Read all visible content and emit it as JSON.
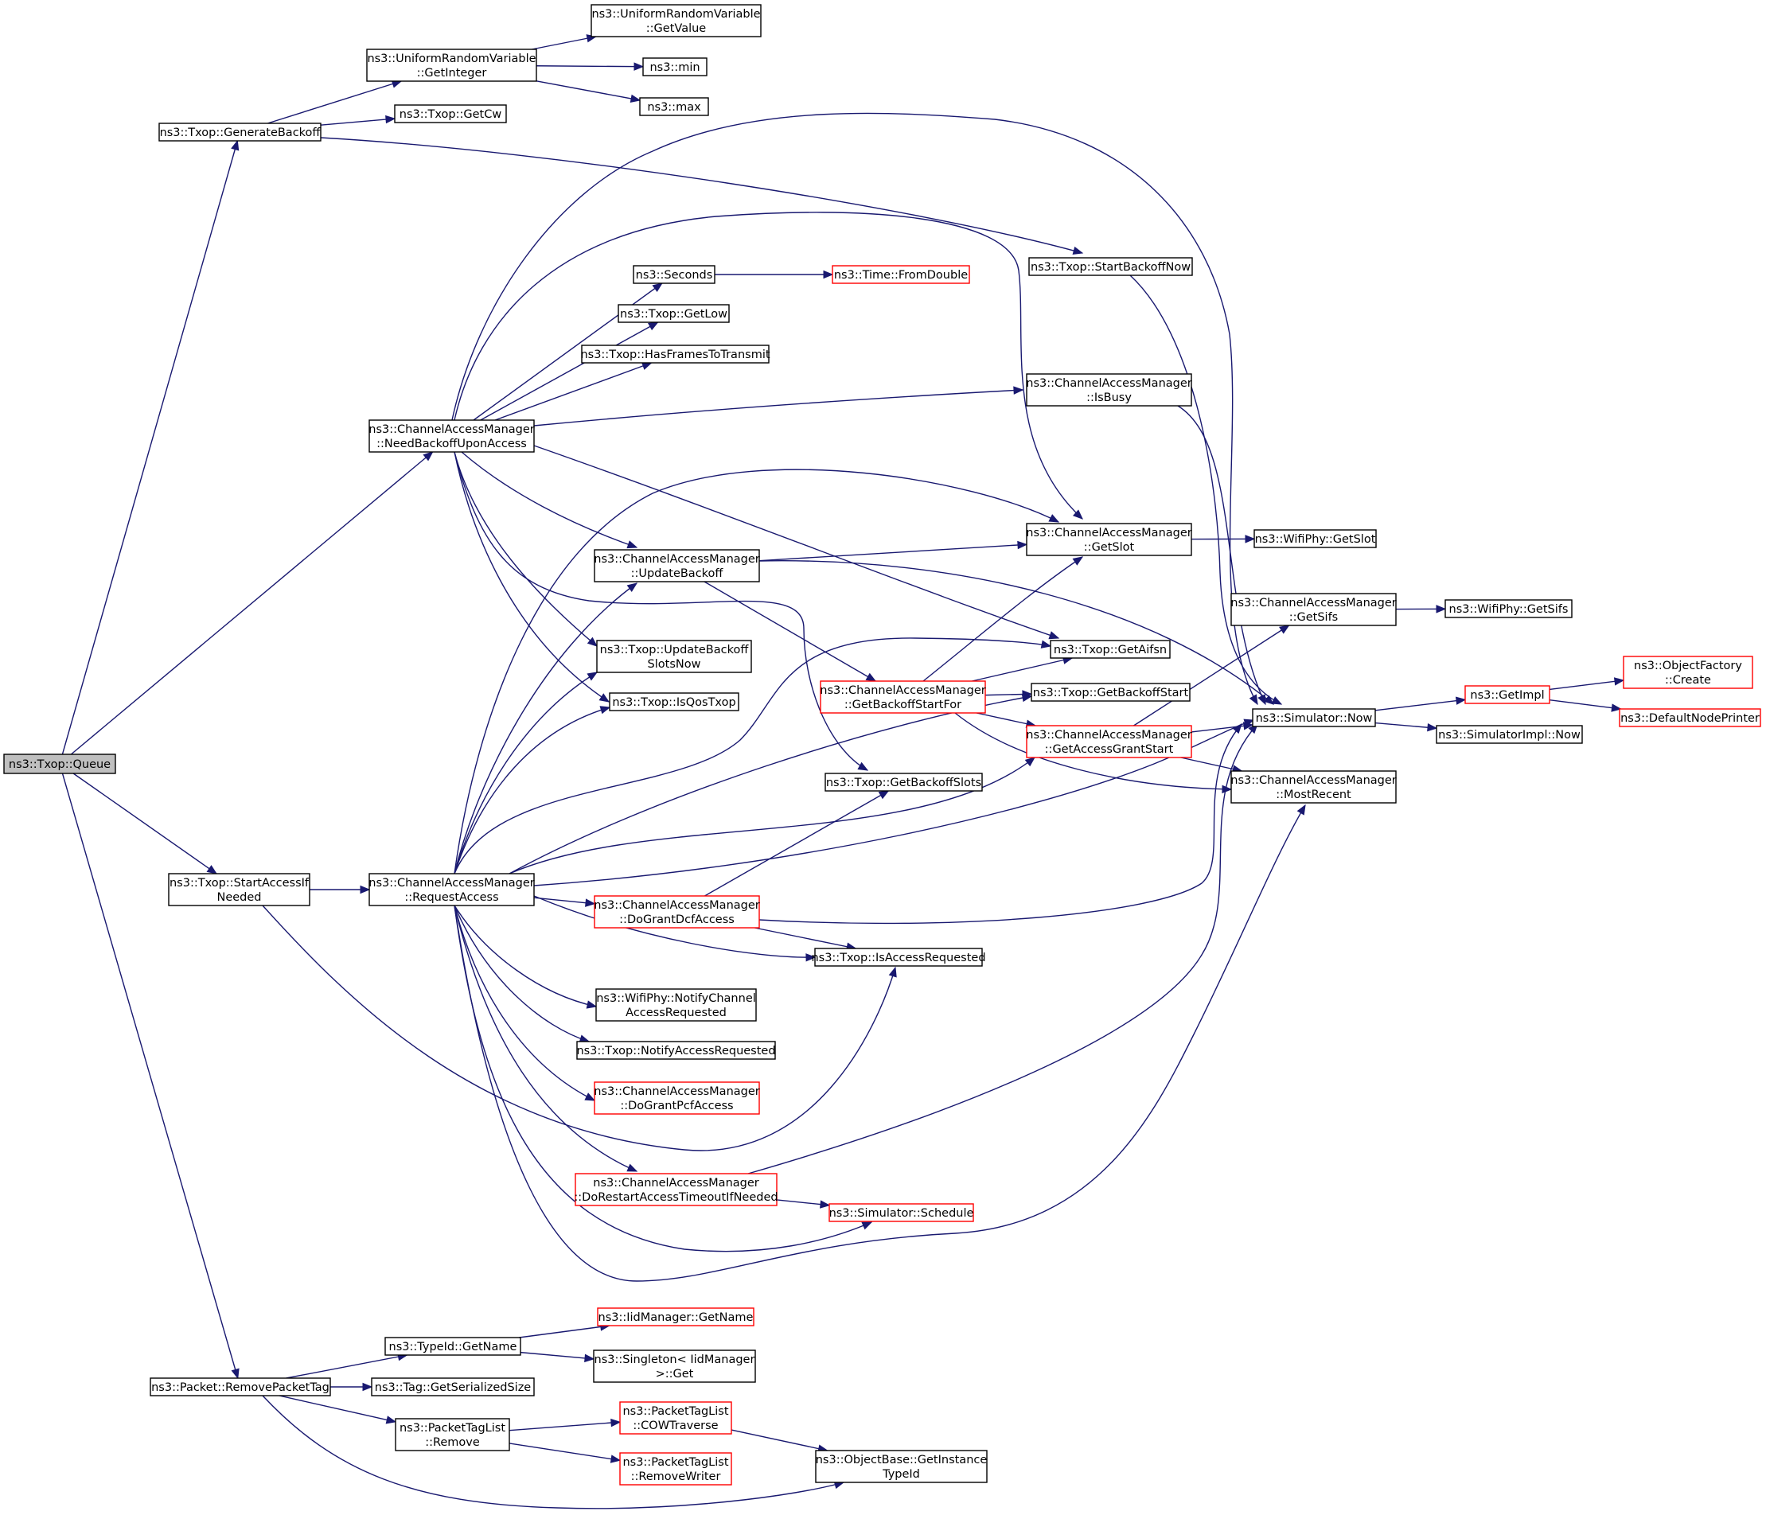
{
  "diagram": {
    "colors": {
      "edge": "#191970",
      "node_border": "#000000",
      "truncated_border": "#ff0000",
      "root_fill": "#bfbfbf",
      "background": "#ffffff"
    },
    "nodes": [
      {
        "id": "n0",
        "lines": [
          "ns3::Txop::Queue"
        ],
        "style": "root"
      },
      {
        "id": "n1",
        "lines": [
          "ns3::Txop::GenerateBackoff"
        ],
        "style": "normal"
      },
      {
        "id": "n2",
        "lines": [
          "ns3::UniformRandomVariable",
          "::GetInteger"
        ],
        "style": "normal"
      },
      {
        "id": "n3",
        "lines": [
          "ns3::UniformRandomVariable",
          "::GetValue"
        ],
        "style": "normal"
      },
      {
        "id": "n4",
        "lines": [
          "ns3::min"
        ],
        "style": "normal"
      },
      {
        "id": "n5",
        "lines": [
          "ns3::max"
        ],
        "style": "normal"
      },
      {
        "id": "n6",
        "lines": [
          "ns3::Txop::GetCw"
        ],
        "style": "normal"
      },
      {
        "id": "n7",
        "lines": [
          "ns3::Txop::StartBackoffNow"
        ],
        "style": "normal"
      },
      {
        "id": "n8",
        "lines": [
          "ns3::Simulator::Now"
        ],
        "style": "normal"
      },
      {
        "id": "n9",
        "lines": [
          "ns3::GetImpl"
        ],
        "style": "red"
      },
      {
        "id": "n10",
        "lines": [
          "ns3::ObjectFactory",
          "::Create"
        ],
        "style": "red"
      },
      {
        "id": "n11",
        "lines": [
          "ns3::DefaultNodePrinter"
        ],
        "style": "red"
      },
      {
        "id": "n12",
        "lines": [
          "ns3::SimulatorImpl::Now"
        ],
        "style": "normal"
      },
      {
        "id": "n13",
        "lines": [
          "ns3::ChannelAccessManager",
          "::NeedBackoffUponAccess"
        ],
        "style": "normal"
      },
      {
        "id": "n14",
        "lines": [
          "ns3::Seconds"
        ],
        "style": "normal"
      },
      {
        "id": "n15",
        "lines": [
          "ns3::Time::FromDouble"
        ],
        "style": "red"
      },
      {
        "id": "n16",
        "lines": [
          "ns3::Txop::GetLow"
        ],
        "style": "normal"
      },
      {
        "id": "n17",
        "lines": [
          "ns3::Txop::HasFramesToTransmit"
        ],
        "style": "normal"
      },
      {
        "id": "n18",
        "lines": [
          "ns3::ChannelAccessManager",
          "::IsBusy"
        ],
        "style": "normal"
      },
      {
        "id": "n19",
        "lines": [
          "ns3::ChannelAccessManager",
          "::GetSlot"
        ],
        "style": "normal"
      },
      {
        "id": "n20",
        "lines": [
          "ns3::WifiPhy::GetSlot"
        ],
        "style": "normal"
      },
      {
        "id": "n21",
        "lines": [
          "ns3::ChannelAccessManager",
          "::UpdateBackoff"
        ],
        "style": "normal"
      },
      {
        "id": "n22",
        "lines": [
          "ns3::ChannelAccessManager",
          "::GetSifs"
        ],
        "style": "normal"
      },
      {
        "id": "n23",
        "lines": [
          "ns3::WifiPhy::GetSifs"
        ],
        "style": "normal"
      },
      {
        "id": "n24",
        "lines": [
          "ns3::Txop::GetAifsn"
        ],
        "style": "normal"
      },
      {
        "id": "n25",
        "lines": [
          "ns3::Txop::UpdateBackoff",
          "SlotsNow"
        ],
        "style": "normal"
      },
      {
        "id": "n26",
        "lines": [
          "ns3::ChannelAccessManager",
          "::GetBackoffStartFor"
        ],
        "style": "red"
      },
      {
        "id": "n27",
        "lines": [
          "ns3::Txop::GetBackoffStart"
        ],
        "style": "normal"
      },
      {
        "id": "n28",
        "lines": [
          "ns3::Txop::IsQosTxop"
        ],
        "style": "normal"
      },
      {
        "id": "n29",
        "lines": [
          "ns3::ChannelAccessManager",
          "::GetAccessGrantStart"
        ],
        "style": "red"
      },
      {
        "id": "n30",
        "lines": [
          "ns3::ChannelAccessManager",
          "::MostRecent"
        ],
        "style": "normal"
      },
      {
        "id": "n31",
        "lines": [
          "ns3::Txop::GetBackoffSlots"
        ],
        "style": "normal"
      },
      {
        "id": "n32",
        "lines": [
          "ns3::Txop::StartAccessIf",
          "Needed"
        ],
        "style": "normal"
      },
      {
        "id": "n33",
        "lines": [
          "ns3::ChannelAccessManager",
          "::RequestAccess"
        ],
        "style": "normal"
      },
      {
        "id": "n34",
        "lines": [
          "ns3::ChannelAccessManager",
          "::DoGrantDcfAccess"
        ],
        "style": "red"
      },
      {
        "id": "n35",
        "lines": [
          "ns3::Txop::IsAccessRequested"
        ],
        "style": "normal"
      },
      {
        "id": "n36",
        "lines": [
          "ns3::WifiPhy::NotifyChannel",
          "AccessRequested"
        ],
        "style": "normal"
      },
      {
        "id": "n37",
        "lines": [
          "ns3::Txop::NotifyAccessRequested"
        ],
        "style": "normal"
      },
      {
        "id": "n38",
        "lines": [
          "ns3::ChannelAccessManager",
          "::DoGrantPcfAccess"
        ],
        "style": "red"
      },
      {
        "id": "n39",
        "lines": [
          "ns3::ChannelAccessManager",
          "::DoRestartAccessTimeoutIfNeeded"
        ],
        "style": "red"
      },
      {
        "id": "n40",
        "lines": [
          "ns3::Simulator::Schedule"
        ],
        "style": "red"
      },
      {
        "id": "n41",
        "lines": [
          "ns3::Packet::RemovePacketTag"
        ],
        "style": "normal"
      },
      {
        "id": "n42",
        "lines": [
          "ns3::TypeId::GetName"
        ],
        "style": "normal"
      },
      {
        "id": "n43",
        "lines": [
          "ns3::IidManager::GetName"
        ],
        "style": "red"
      },
      {
        "id": "n44",
        "lines": [
          "ns3::Singleton< IidManager",
          ">::Get"
        ],
        "style": "normal"
      },
      {
        "id": "n45",
        "lines": [
          "ns3::Tag::GetSerializedSize"
        ],
        "style": "normal"
      },
      {
        "id": "n46",
        "lines": [
          "ns3::PacketTagList",
          "::Remove"
        ],
        "style": "normal"
      },
      {
        "id": "n47",
        "lines": [
          "ns3::PacketTagList",
          "::COWTraverse"
        ],
        "style": "red"
      },
      {
        "id": "n48",
        "lines": [
          "ns3::PacketTagList",
          "::RemoveWriter"
        ],
        "style": "red"
      },
      {
        "id": "n49",
        "lines": [
          "ns3::ObjectBase::GetInstance",
          "TypeId"
        ],
        "style": "normal"
      }
    ],
    "edges": [
      [
        "n0",
        "n1"
      ],
      [
        "n0",
        "n13"
      ],
      [
        "n0",
        "n32"
      ],
      [
        "n0",
        "n41"
      ],
      [
        "n1",
        "n2"
      ],
      [
        "n1",
        "n6"
      ],
      [
        "n1",
        "n7"
      ],
      [
        "n2",
        "n3"
      ],
      [
        "n2",
        "n4"
      ],
      [
        "n2",
        "n5"
      ],
      [
        "n7",
        "n8"
      ],
      [
        "n8",
        "n9"
      ],
      [
        "n8",
        "n12"
      ],
      [
        "n9",
        "n10"
      ],
      [
        "n9",
        "n11"
      ],
      [
        "n13",
        "n8"
      ],
      [
        "n13",
        "n14"
      ],
      [
        "n13",
        "n16"
      ],
      [
        "n13",
        "n17"
      ],
      [
        "n13",
        "n18"
      ],
      [
        "n13",
        "n19"
      ],
      [
        "n13",
        "n21"
      ],
      [
        "n13",
        "n24"
      ],
      [
        "n13",
        "n25"
      ],
      [
        "n13",
        "n28"
      ],
      [
        "n13",
        "n31"
      ],
      [
        "n14",
        "n15"
      ],
      [
        "n18",
        "n8"
      ],
      [
        "n19",
        "n20"
      ],
      [
        "n21",
        "n19"
      ],
      [
        "n21",
        "n8"
      ],
      [
        "n21",
        "n26"
      ],
      [
        "n22",
        "n23"
      ],
      [
        "n26",
        "n19"
      ],
      [
        "n26",
        "n24"
      ],
      [
        "n26",
        "n27"
      ],
      [
        "n26",
        "n29"
      ],
      [
        "n26",
        "n30"
      ],
      [
        "n29",
        "n8"
      ],
      [
        "n29",
        "n22"
      ],
      [
        "n29",
        "n30"
      ],
      [
        "n32",
        "n33"
      ],
      [
        "n32",
        "n35"
      ],
      [
        "n33",
        "n8"
      ],
      [
        "n33",
        "n19"
      ],
      [
        "n33",
        "n21"
      ],
      [
        "n33",
        "n24"
      ],
      [
        "n33",
        "n25"
      ],
      [
        "n33",
        "n27"
      ],
      [
        "n33",
        "n28"
      ],
      [
        "n33",
        "n29"
      ],
      [
        "n33",
        "n30"
      ],
      [
        "n33",
        "n34"
      ],
      [
        "n33",
        "n35"
      ],
      [
        "n33",
        "n36"
      ],
      [
        "n33",
        "n37"
      ],
      [
        "n33",
        "n38"
      ],
      [
        "n33",
        "n39"
      ],
      [
        "n33",
        "n40"
      ],
      [
        "n34",
        "n8"
      ],
      [
        "n34",
        "n31"
      ],
      [
        "n34",
        "n35"
      ],
      [
        "n39",
        "n8"
      ],
      [
        "n39",
        "n40"
      ],
      [
        "n41",
        "n42"
      ],
      [
        "n41",
        "n45"
      ],
      [
        "n41",
        "n46"
      ],
      [
        "n41",
        "n49"
      ],
      [
        "n42",
        "n43"
      ],
      [
        "n42",
        "n44"
      ],
      [
        "n46",
        "n47"
      ],
      [
        "n46",
        "n48"
      ],
      [
        "n47",
        "n49"
      ]
    ]
  }
}
